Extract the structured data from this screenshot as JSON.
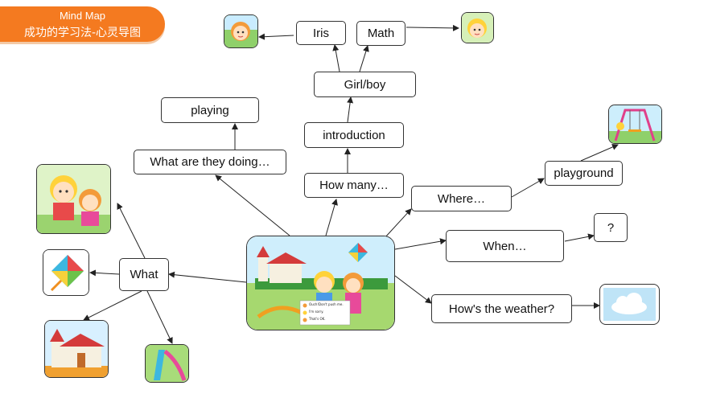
{
  "header": {
    "title_en": "Mind Map",
    "title_cn": "成功的学习法-心灵导图"
  },
  "nodes": {
    "iris": "Iris",
    "math": "Math",
    "girl_boy": "Girl/boy",
    "introduction": "introduction",
    "playing": "playing",
    "what_doing": "What are they doing…",
    "how_many": "How many…",
    "where": "Where…",
    "playground": "playground",
    "when": "When…",
    "question": "?",
    "weather": "How's the weather?",
    "what": "What"
  },
  "central_image": {
    "dialogue": [
      "Ouch!Don't push me.",
      "I'm sorry.",
      "That's OK."
    ]
  },
  "colors": {
    "banner": "#f47a20",
    "line": "#222222"
  }
}
